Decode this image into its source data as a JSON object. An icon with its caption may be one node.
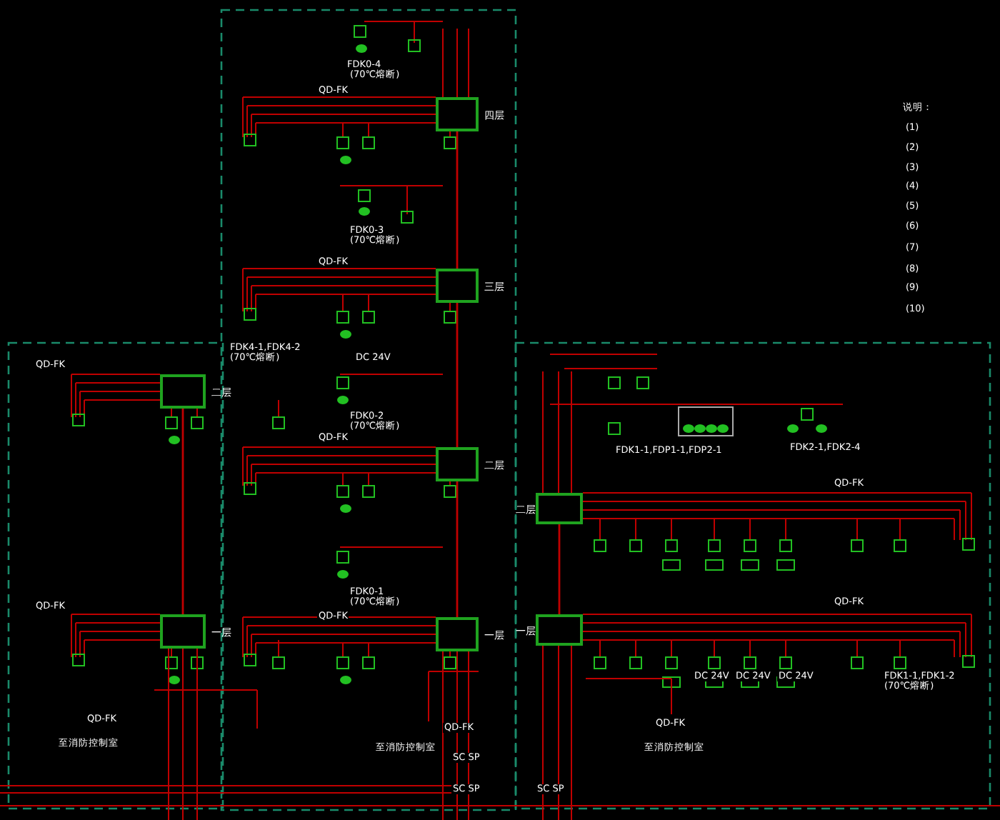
{
  "diagram": {
    "nodes": [
      {
        "text": [],
        "shape": "box",
        "beside": [
          "四层"
        ]
      },
      {
        "text": [],
        "shape": "box",
        "beside": [
          "三层"
        ]
      },
      {
        "text": [],
        "shape": "box",
        "beside": [
          "二层"
        ]
      },
      {
        "text": [],
        "shape": "box",
        "beside": [
          "一层"
        ]
      },
      {
        "text": [],
        "shape": "box",
        "beside": [
          "二层"
        ]
      },
      {
        "text": [],
        "shape": "box",
        "beside": [
          "一层"
        ]
      },
      {
        "text": [],
        "shape": "box",
        "beside": [
          "二层"
        ]
      },
      {
        "text": [],
        "shape": "box",
        "beside": [
          "一层"
        ]
      }
    ],
    "edges": [
      {
        "from": 0,
        "to": 1,
        "arrow": "none"
      },
      {
        "from": 1,
        "to": 2,
        "arrow": "none"
      },
      {
        "from": 2,
        "to": 3,
        "arrow": "none"
      },
      {
        "from": 4,
        "to": 5,
        "arrow": "none"
      },
      {
        "from": 6,
        "to": 7,
        "arrow": "none"
      }
    ],
    "labels": [
      "FDK0-4",
      "(70℃熔断)",
      "QD-FK",
      "FDK0-3",
      "(70℃熔断)",
      "QD-FK",
      "FDK4-1,FDK4-2",
      "(70℃熔断)",
      "DC 24V",
      "FDK0-2",
      "(70℃熔断)",
      "QD-FK",
      "FDK0-1",
      "(70℃熔断)",
      "QD-FK",
      "QD-FK",
      "至消防控制室",
      "SC SP",
      "SC SP",
      "QD-FK",
      "QD-FK",
      "QD-FK",
      "至消防控制室",
      "FDK1-1,FDP1-1,FDP2-1",
      "FDK2-1,FDK2-4",
      "QD-FK",
      "QD-FK",
      "DC 24V",
      "DC 24V",
      "DC 24V",
      "FDK1-1,FDK1-2",
      "(70℃熔断)",
      "QD-FK",
      "至消防控制室",
      "SC SP",
      "说明：",
      "(1)",
      "(2)",
      "(3)",
      "(4)",
      "(5)",
      "(6)",
      "(7)",
      "(8)",
      "(9)",
      "(10)"
    ]
  }
}
